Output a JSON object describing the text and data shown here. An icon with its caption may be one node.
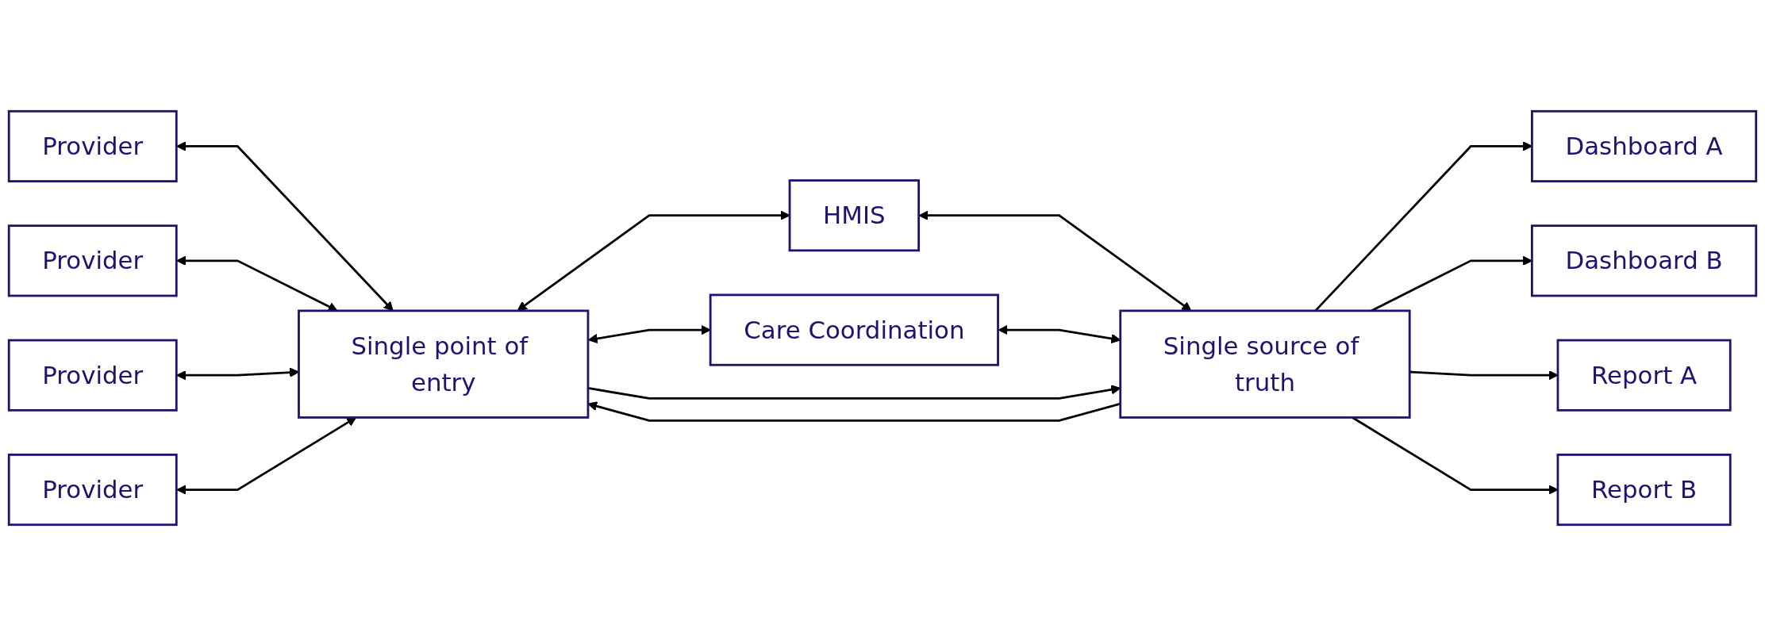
{
  "diagram": {
    "nodes": [
      {
        "text": [
          "Provider"
        ]
      },
      {
        "text": [
          "Provider"
        ]
      },
      {
        "text": [
          "Provider"
        ]
      },
      {
        "text": [
          "Provider"
        ]
      },
      {
        "text": [
          "Single point of entry"
        ]
      },
      {
        "text": [
          "HMIS"
        ]
      },
      {
        "text": [
          "Care Coordination"
        ]
      },
      {
        "text": [
          "Single source of truth"
        ]
      },
      {
        "text": [
          "Dashboard A"
        ]
      },
      {
        "text": [
          "Dashboard B"
        ]
      },
      {
        "text": [
          "Report A"
        ]
      },
      {
        "text": [
          "Report B"
        ]
      }
    ],
    "edges": [
      {
        "from": 0,
        "to": 4,
        "arrow": "both"
      },
      {
        "from": 1,
        "to": 4,
        "arrow": "both"
      },
      {
        "from": 2,
        "to": 4,
        "arrow": "both"
      },
      {
        "from": 3,
        "to": 4,
        "arrow": "both"
      },
      {
        "from": 7,
        "to": 4,
        "arrow": "to"
      },
      {
        "from": 4,
        "to": 5,
        "arrow": "both"
      },
      {
        "from": 5,
        "to": 7,
        "arrow": "both"
      },
      {
        "from": 4,
        "to": 6,
        "arrow": "both"
      },
      {
        "from": 6,
        "to": 7,
        "arrow": "both"
      },
      {
        "from": 4,
        "to": 7,
        "arrow": "to"
      },
      {
        "from": 7,
        "to": 8,
        "arrow": "to"
      },
      {
        "from": 7,
        "to": 9,
        "arrow": "to"
      },
      {
        "from": 7,
        "to": 10,
        "arrow": "to"
      },
      {
        "from": 7,
        "to": 11,
        "arrow": "to"
      }
    ]
  }
}
